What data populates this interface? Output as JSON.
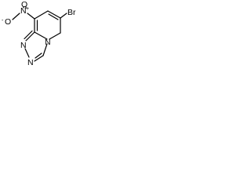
{
  "molecule": {
    "atoms": {
      "bromine": "Br",
      "nitro_n": "N",
      "nitro_plus": "+",
      "nitro_o_top": "O",
      "nitro_o_minus": "-",
      "nitro_o_left": "O",
      "ring_n_top": "N",
      "ring_n_bottom": "N",
      "ring_n_fused": "N"
    }
  }
}
